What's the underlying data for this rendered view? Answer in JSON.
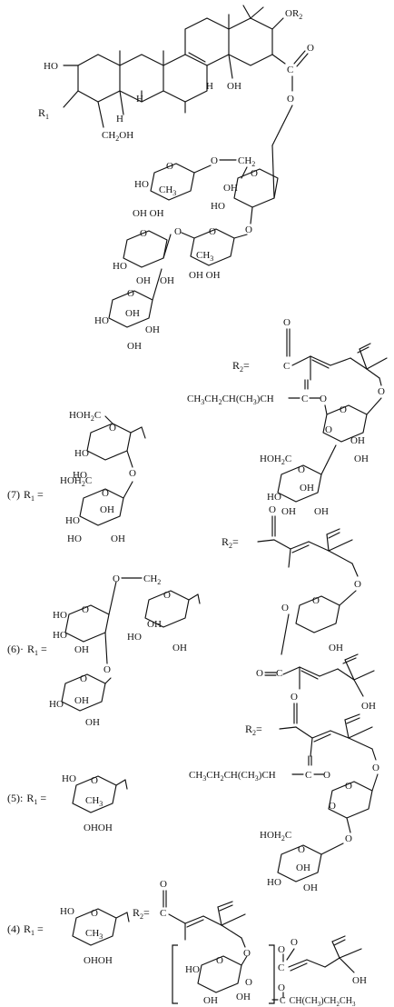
{
  "labels": {
    "or2": "OR",
    "or2_sub": "2",
    "ho": "HO",
    "oh": "OH",
    "h": "H",
    "r1": "R",
    "r1_sub": "1",
    "ch2oh": "CH",
    "ch2oh_sub": "2",
    "ch2oh_tail": "OH",
    "o": "O",
    "c": "C",
    "ch3": "CH",
    "ch3_sub": "3",
    "ch2": "CH",
    "ch2_sub": "2",
    "ohoh": "OH OH",
    "ohoh_tight": "OHOH",
    "ohoh2": "OHOH",
    "hoh2c": "HOH",
    "hoh2c_sub": "2",
    "hoh2c_tail": "C",
    "r2_eq": "R",
    "r2_sub": "2",
    "r2_tail": "=",
    "r1_eq_tail": " =",
    "acyl7": "CH",
    "acyl7_b": "3",
    "acyl7_c": "CH",
    "acyl7_d": "2",
    "acyl7_e": "CH(CH",
    "acyl7_f": "3",
    "acyl7_g": ")CH",
    "acyl5_a": "CH",
    "acyl5_b": "3",
    "acyl5_c": "CH",
    "acyl5_d": "2",
    "acyl5_e": "CH(CH",
    "acyl5_f": "3",
    "acyl5_g": ")CH",
    "acyl4_a": "C",
    "acyl4_b": "CH(CH",
    "acyl4_c": "3",
    "acyl4_d": ")CH",
    "acyl4_e": "2",
    "acyl4_f": "CH",
    "acyl4_g": "3",
    "cpd7": "(7)",
    "cpd6": "(6)·",
    "cpd5": "(5):",
    "cpd4": "(4)"
  }
}
